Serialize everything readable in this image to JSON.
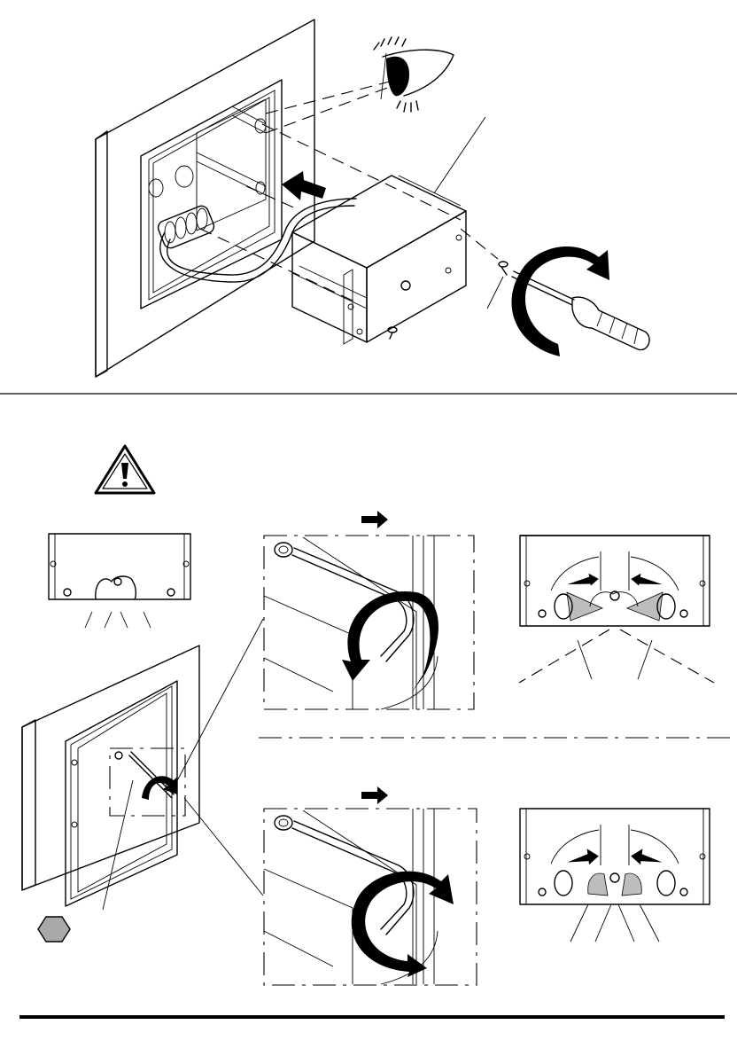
{
  "document": {
    "type": "installation-instructions-page",
    "sections": [
      {
        "id": "mounting",
        "icons": [
          "eye-icon",
          "insert-arrow-icon",
          "screwdriver-icon",
          "rotate-arrow-icon"
        ]
      },
      {
        "id": "pivot-adjustment",
        "icons": [
          "warning-triangle-icon",
          "hex-key-icon",
          "hexagon-tool-icon",
          "direction-arrow-icon"
        ]
      }
    ]
  },
  "colors": {
    "line": "#000000",
    "body_shade": "#bdbdbd",
    "body_dark": "#8f8f8f",
    "body_light": "#e6e6e6",
    "warning_fill": "#ffffff",
    "hex_fill": "#a9a9a9",
    "background": "#ffffff"
  }
}
